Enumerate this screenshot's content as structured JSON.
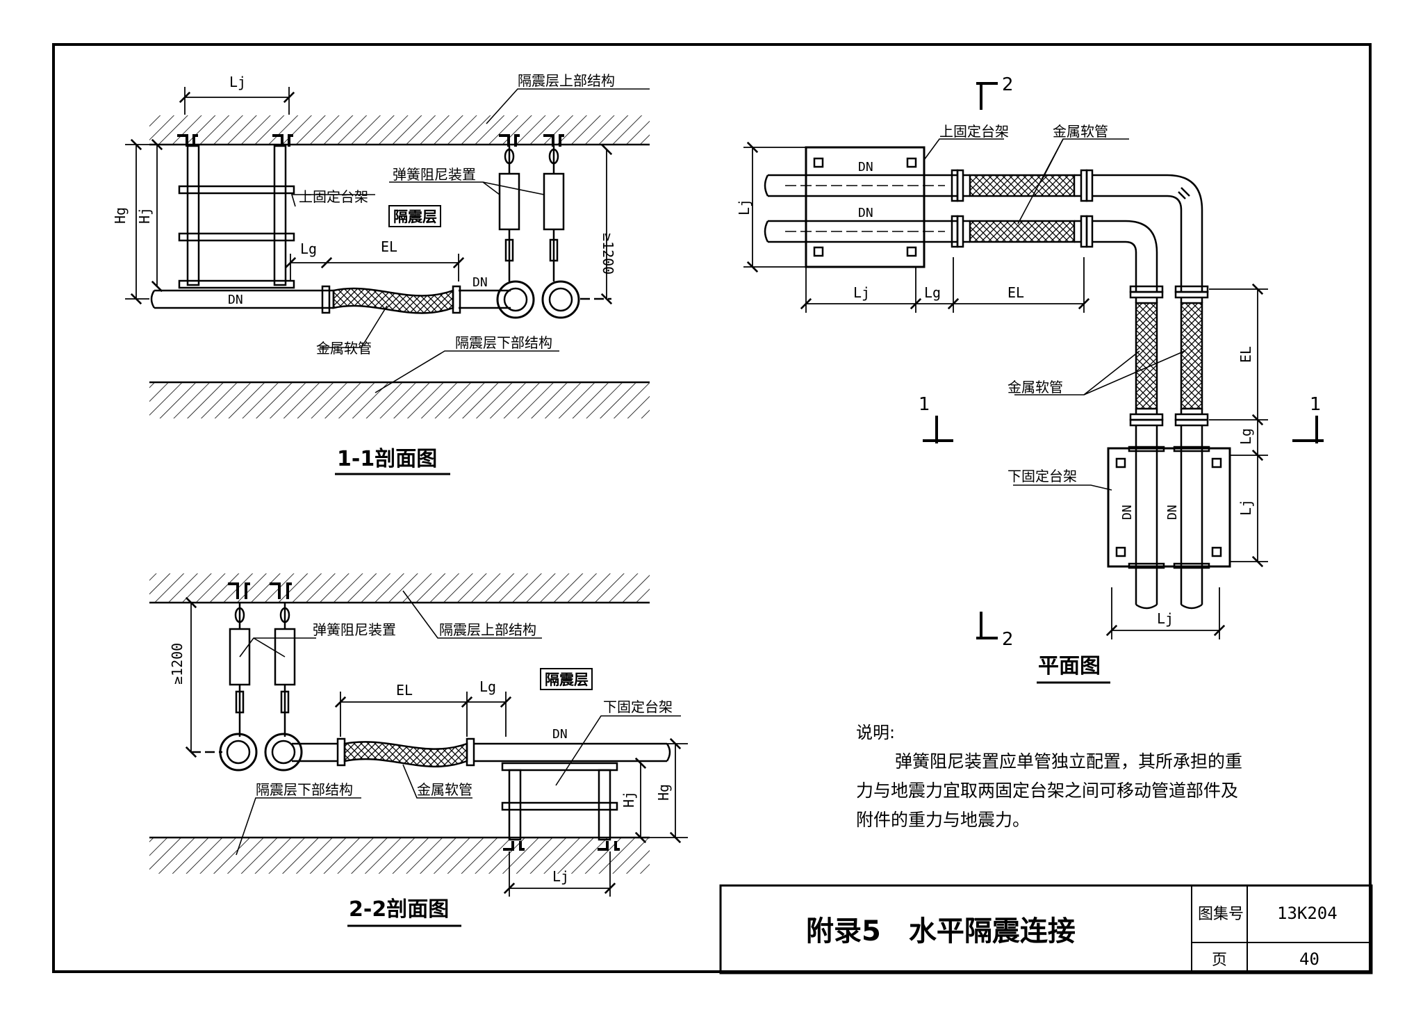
{
  "section_11": {
    "caption": "1-1剖面图",
    "upper_structure": "隔震层上部结构",
    "lower_structure": "隔震层下部结构",
    "spring_damper": "弹簧阻尼装置",
    "upper_bracket": "上固定台架",
    "isolation_layer": "隔震层",
    "metal_hose": "金属软管",
    "dim_lj": "Lj",
    "dim_hg": "Hg",
    "dim_hj": "Hj",
    "dim_lg": "Lg",
    "dim_el": "EL",
    "dim_1200": "≥1200",
    "dn1": "DN",
    "dn2": "DN"
  },
  "section_22": {
    "caption": "2-2剖面图",
    "upper_structure": "隔震层上部结构",
    "lower_structure": "隔震层下部结构",
    "spring_damper": "弹簧阻尼装置",
    "lower_bracket": "下固定台架",
    "isolation_layer": "隔震层",
    "metal_hose": "金属软管",
    "dim_el": "EL",
    "dim_lg": "Lg",
    "dim_hj": "Hj",
    "dim_hg": "Hg",
    "dim_lj": "Lj",
    "dim_1200": "≥1200",
    "dn": "DN"
  },
  "plan": {
    "caption": "平面图",
    "upper_bracket": "上固定台架",
    "lower_bracket": "下固定台架",
    "metal_hose_top": "金属软管",
    "metal_hose_side": "金属软管",
    "dn_a": "DN",
    "dn_b": "DN",
    "dn_c": "DN",
    "dn_d": "DN",
    "dim_lj_left": "Lj",
    "dim_lg_top": "Lg",
    "dim_el_top": "EL",
    "dim_el_right": "EL",
    "dim_lg_right": "Lg",
    "dim_lj_right": "Lj",
    "dim_lj_bottom": "Lj",
    "cut_2_top": "2",
    "cut_2_bottom": "2",
    "cut_1_left": "1",
    "cut_1_right": "1"
  },
  "notes": {
    "heading": "说明:",
    "line1": "弹簧阻尼装置应单管独立配置，其所承担的重",
    "line2": "力与地震力宜取两固定台架之间可移动管道部件及",
    "line3": "附件的重力与地震力。"
  },
  "title_block": {
    "title": "附录5　水平隔震连接",
    "atlas_label": "图集号",
    "atlas_value": "13K204",
    "page_label": "页",
    "page_value": "40"
  }
}
